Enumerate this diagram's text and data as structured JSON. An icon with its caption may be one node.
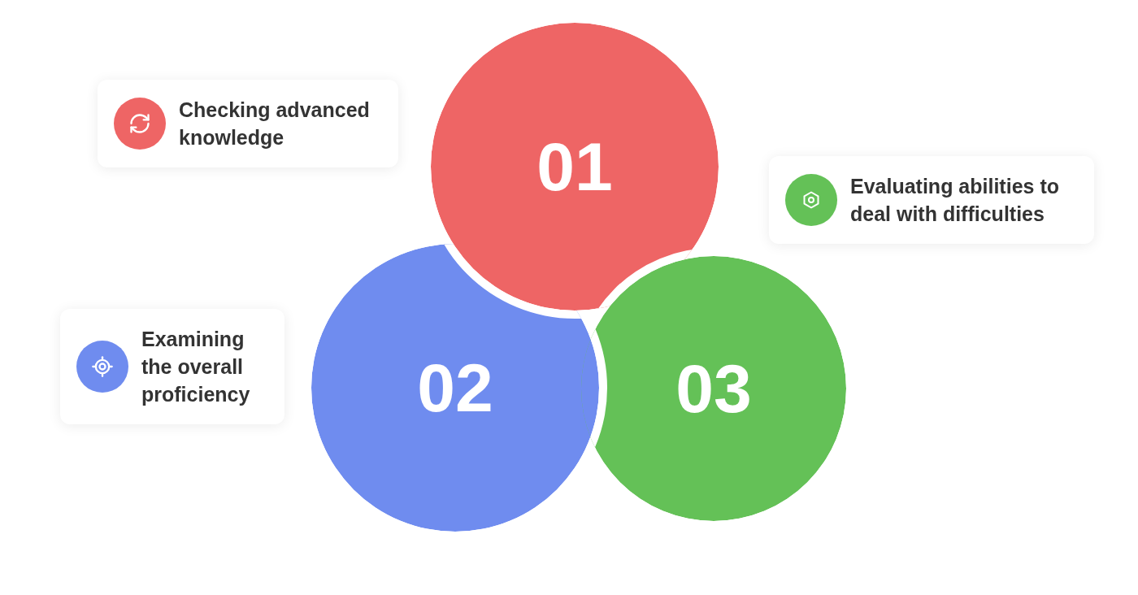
{
  "diagram": {
    "nodes": [
      {
        "text": [
          "01"
        ]
      },
      {
        "text": [
          "02"
        ]
      },
      {
        "text": [
          "03"
        ]
      },
      {
        "text": [
          "Checking advanced knowledge"
        ]
      },
      {
        "text": [
          "Evaluating abilities to deal with difficulties"
        ]
      },
      {
        "text": [
          "Examining the overall proficiency"
        ]
      }
    ]
  }
}
